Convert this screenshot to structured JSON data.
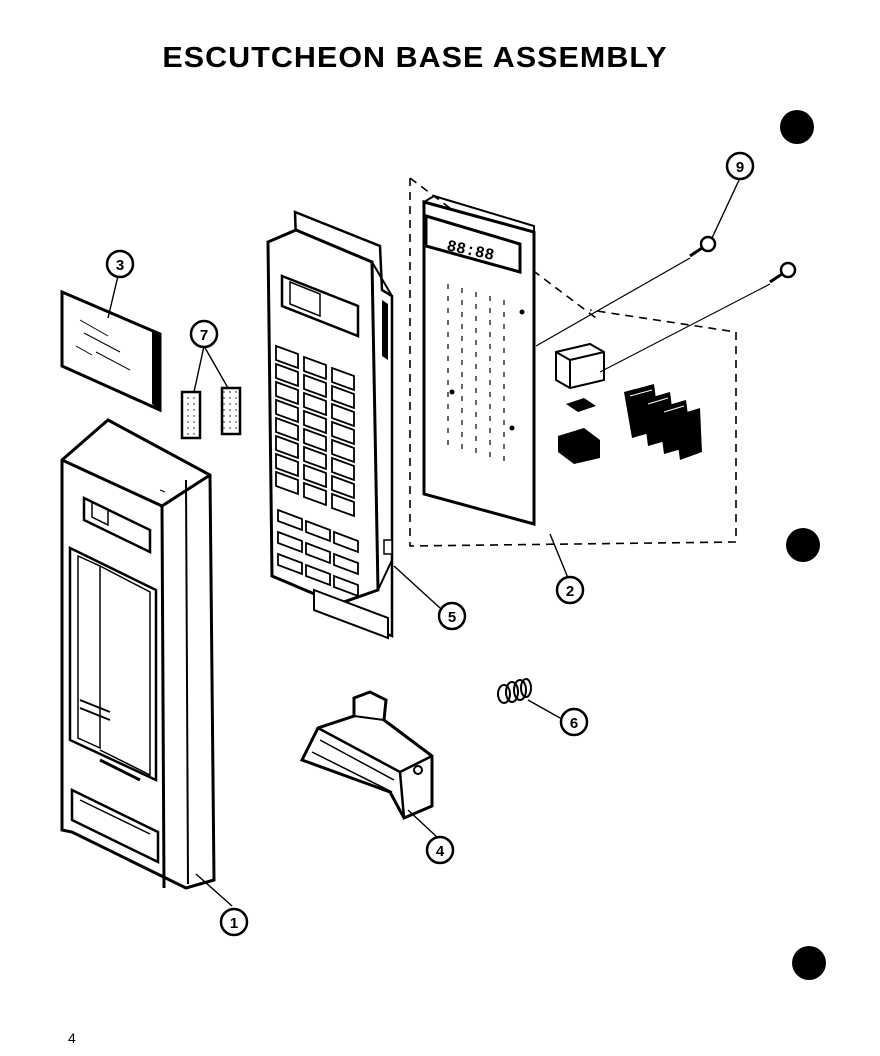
{
  "title": "ESCUTCHEON BASE ASSEMBLY",
  "page_number": "4",
  "callouts": [
    {
      "id": "1",
      "label": "1"
    },
    {
      "id": "2",
      "label": "2"
    },
    {
      "id": "3",
      "label": "3"
    },
    {
      "id": "4",
      "label": "4"
    },
    {
      "id": "5",
      "label": "5"
    },
    {
      "id": "6",
      "label": "6"
    },
    {
      "id": "7",
      "label": "7"
    },
    {
      "id": "9",
      "label": "9"
    }
  ],
  "display_readout": "88:88",
  "colors": {
    "ink": "#000000",
    "paper": "#ffffff"
  }
}
